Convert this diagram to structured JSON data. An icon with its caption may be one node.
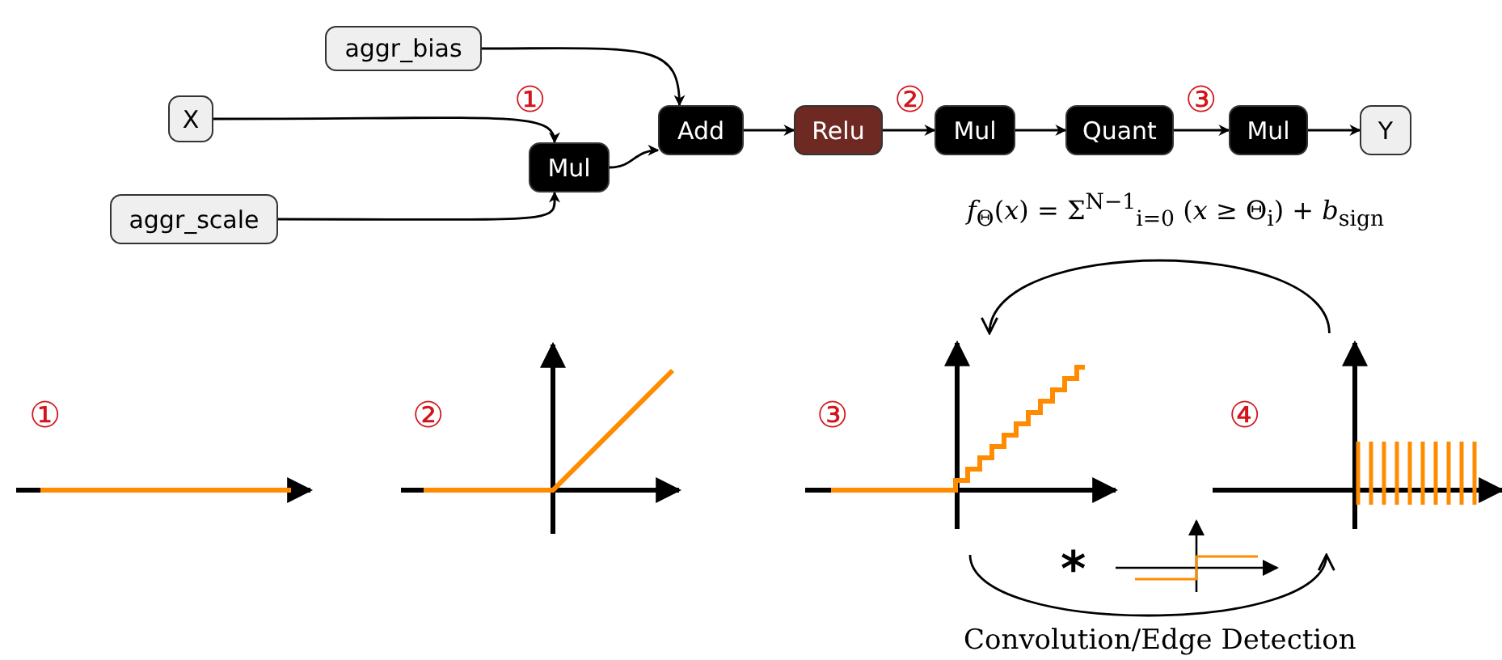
{
  "diagram": {
    "nodes": [
      {
        "text": [
          "aggr_bias"
        ]
      },
      {
        "text": [
          "X"
        ]
      },
      {
        "text": [
          "aggr_scale"
        ]
      },
      {
        "text": [
          "Mul"
        ]
      },
      {
        "text": [
          "Add"
        ]
      },
      {
        "text": [
          "Relu"
        ]
      },
      {
        "text": [
          "Mul"
        ]
      },
      {
        "text": [
          "Quant"
        ]
      },
      {
        "text": [
          "Mul"
        ]
      },
      {
        "text": [
          "Y"
        ]
      },
      {
        "text": [
          "①"
        ]
      },
      {
        "text": [
          "②"
        ]
      },
      {
        "text": [
          "③"
        ]
      },
      {
        "text": [
          "④"
        ]
      }
    ],
    "edges": [
      {
        "from": 0,
        "to": 4,
        "arrow": "to"
      },
      {
        "from": 1,
        "to": 3,
        "arrow": "to"
      },
      {
        "from": 2,
        "to": 3,
        "arrow": "to"
      },
      {
        "from": 3,
        "to": 4,
        "arrow": "to"
      },
      {
        "from": 4,
        "to": 5,
        "arrow": "to"
      },
      {
        "from": 5,
        "to": 6,
        "arrow": "to"
      },
      {
        "from": 6,
        "to": 7,
        "arrow": "to"
      },
      {
        "from": 7,
        "to": 8,
        "arrow": "to"
      },
      {
        "from": 8,
        "to": 9,
        "arrow": "to"
      },
      {
        "from": 13,
        "to": 12,
        "arrow": "to"
      },
      {
        "from": 12,
        "to": 13,
        "arrow": "to"
      }
    ],
    "labels": [
      "①",
      "②",
      "③",
      "*f*$_{Θ}$(*x*) = Σ$^{N−1}$$_{i=0}$ (*x* ≥ Θ$_{i}$) + *b*$_{sign}$",
      "*",
      "Convolution/Edge Detection"
    ]
  }
}
